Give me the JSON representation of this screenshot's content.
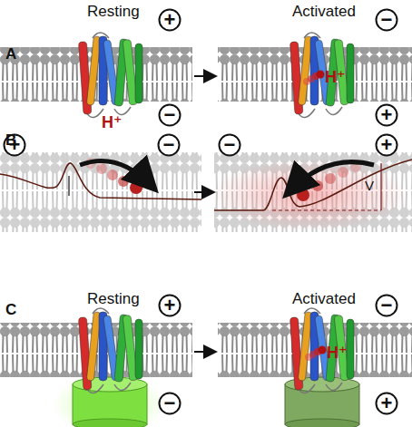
{
  "diagram": {
    "nodes": [
      {
        "text": [
          "+"
        ]
      },
      {
        "text": [
          "−"
        ]
      },
      {
        "text": [
          "−"
        ]
      },
      {
        "text": [
          "+"
        ]
      },
      {
        "text": [
          "+"
        ]
      },
      {
        "text": [
          "−"
        ]
      },
      {
        "text": [
          "−"
        ]
      },
      {
        "text": [
          "+"
        ]
      },
      {
        "text": [
          "+"
        ]
      },
      {
        "text": [
          "−"
        ]
      },
      {
        "text": [
          "−"
        ]
      },
      {
        "text": [
          "+"
        ]
      }
    ],
    "labels": [
      "Resting",
      "Activated",
      "A",
      "H⁺",
      "H⁺",
      "B",
      "V",
      "C",
      "Resting",
      "Activated",
      "H⁺"
    ]
  }
}
